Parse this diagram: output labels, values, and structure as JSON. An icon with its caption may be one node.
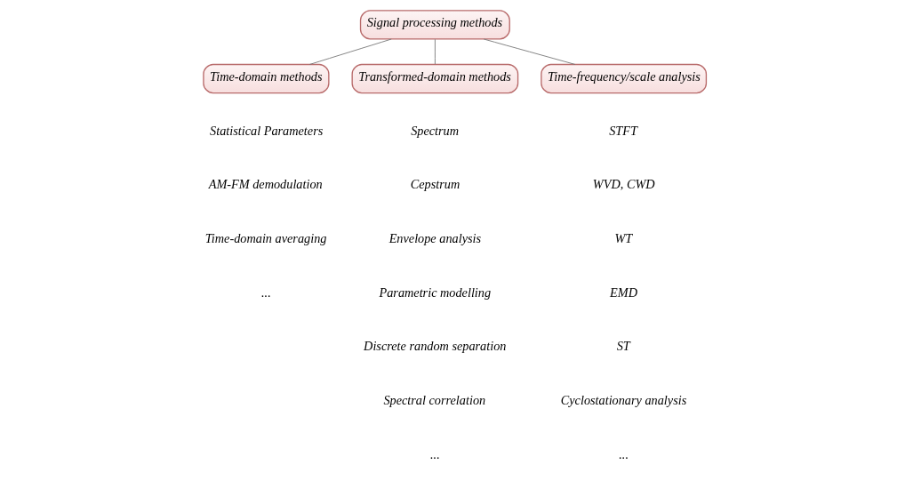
{
  "diagram": {
    "nodes": [
      {
        "text": [
          "Signal processing methods"
        ]
      },
      {
        "text": [
          "Time-domain methods"
        ],
        "beside": [
          "Statistical Parameters",
          "AM-FM demodulation",
          "Time-domain averaging",
          "..."
        ]
      },
      {
        "text": [
          "Transformed-domain methods"
        ],
        "beside": [
          "Spectrum",
          "Cepstrum",
          "Envelope analysis",
          "Parametric modelling",
          "Discrete random separation",
          "Spectral correlation",
          "..."
        ]
      },
      {
        "text": [
          "Time-frequency/scale analysis"
        ],
        "beside": [
          "STFT",
          "WVD, CWD",
          "WT",
          "EMD",
          "ST",
          "Cyclostationary analysis",
          "..."
        ]
      }
    ],
    "edges": [
      {
        "from": 0,
        "to": 1,
        "arrow": "none"
      },
      {
        "from": 0,
        "to": 2,
        "arrow": "none"
      },
      {
        "from": 0,
        "to": 3,
        "arrow": "none"
      }
    ]
  }
}
